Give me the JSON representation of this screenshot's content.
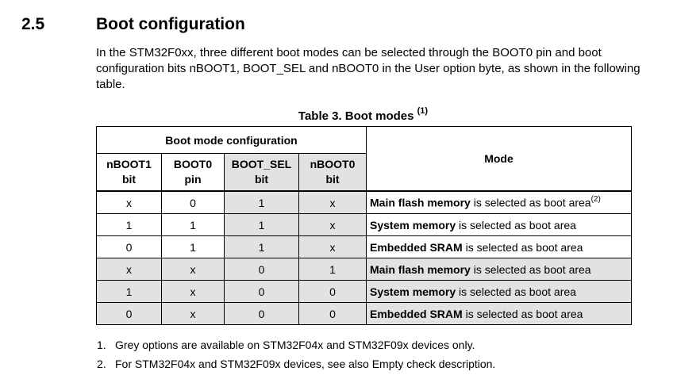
{
  "section": {
    "number": "2.5",
    "title": "Boot configuration",
    "intro": "In the STM32F0xx, three different boot modes can be selected through the BOOT0 pin and boot configuration bits nBOOT1, BOOT_SEL and nBOOT0 in the User option byte, as shown in the following table."
  },
  "table": {
    "caption": "Table 3. Boot modes",
    "caption_note": "(1)",
    "group_header": "Boot mode configuration",
    "mode_header": "Mode",
    "columns": [
      {
        "line1": "nBOOT1",
        "line2": "bit"
      },
      {
        "line1": "BOOT0",
        "line2": "pin"
      },
      {
        "line1": "BOOT_SEL",
        "line2": "bit"
      },
      {
        "line1": "nBOOT0",
        "line2": "bit"
      }
    ],
    "rows": [
      {
        "nboot1": "x",
        "boot0": "0",
        "boot_sel": "1",
        "nboot0": "x",
        "mode_bold": "Main flash memory",
        "mode_rest": " is selected as boot area",
        "mode_note": "(2)",
        "grey": false
      },
      {
        "nboot1": "1",
        "boot0": "1",
        "boot_sel": "1",
        "nboot0": "x",
        "mode_bold": "System memory",
        "mode_rest": " is selected as boot area",
        "mode_note": "",
        "grey": false
      },
      {
        "nboot1": "0",
        "boot0": "1",
        "boot_sel": "1",
        "nboot0": "x",
        "mode_bold": "Embedded SRAM",
        "mode_rest": " is selected as boot area",
        "mode_note": "",
        "grey": false
      },
      {
        "nboot1": "x",
        "boot0": "x",
        "boot_sel": "0",
        "nboot0": "1",
        "mode_bold": "Main flash memory",
        "mode_rest": " is selected as boot area",
        "mode_note": "",
        "grey": true
      },
      {
        "nboot1": "1",
        "boot0": "x",
        "boot_sel": "0",
        "nboot0": "0",
        "mode_bold": "System memory",
        "mode_rest": " is selected as boot area",
        "mode_note": "",
        "grey": true
      },
      {
        "nboot1": "0",
        "boot0": "x",
        "boot_sel": "0",
        "nboot0": "0",
        "mode_bold": "Embedded SRAM",
        "mode_rest": " is selected as boot area",
        "mode_note": "",
        "grey": true
      }
    ]
  },
  "notes": [
    {
      "num": "1.",
      "text": "Grey options are available on STM32F04x and STM32F09x devices only."
    },
    {
      "num": "2.",
      "text": "For STM32F04x and STM32F09x devices, see also Empty check description."
    }
  ],
  "colors": {
    "grey_cell": "#e2e2e2",
    "border": "#000000"
  }
}
